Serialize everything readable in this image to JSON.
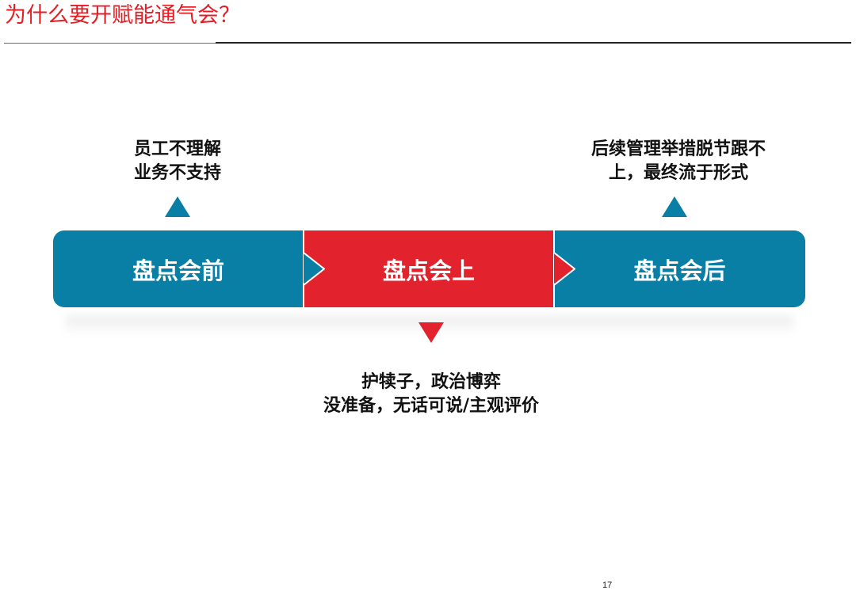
{
  "title": "为什么要开赋能通气会？",
  "colors": {
    "title": "#e41e25",
    "stage_blue": "#0a7fa6",
    "stage_red": "#e2222c",
    "label_text": "#111111"
  },
  "stages": [
    {
      "label": "盘点会前",
      "color": "#0a7fa6"
    },
    {
      "label": "盘点会上",
      "color": "#e2222c"
    },
    {
      "label": "盘点会后",
      "color": "#0a7fa6"
    }
  ],
  "issues": {
    "before": {
      "lines": [
        "员工不理解",
        "业务不支持"
      ],
      "marker": "triangle-up-icon"
    },
    "during": {
      "lines": [
        "护犊子，政治博弈",
        "没准备，无话可说/主观评价"
      ],
      "marker": "triangle-down-icon"
    },
    "after": {
      "lines": [
        "后续管理举措脱节跟不",
        "上，最终流于形式"
      ],
      "marker": "triangle-up-icon"
    }
  },
  "page_number": "17"
}
